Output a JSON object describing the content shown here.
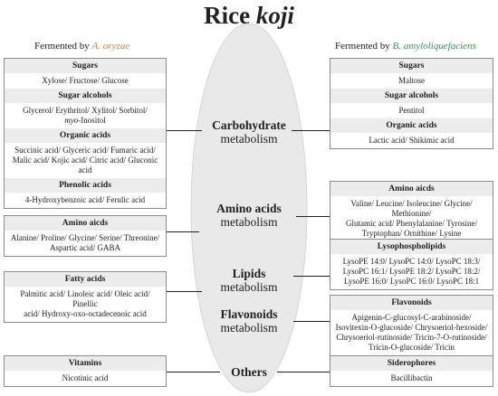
{
  "title": {
    "main": "Rice ",
    "italic": "koji"
  },
  "left_header": {
    "prefix": "Fermented by ",
    "species": "A. oryzae"
  },
  "right_header": {
    "prefix": "Fermented by ",
    "species": "B. amyloliquefaciens"
  },
  "center": {
    "carb": {
      "bold": "Carbohydrate",
      "sub": "metabolism"
    },
    "amino": {
      "bold": "Amino acids",
      "sub": "metabolism"
    },
    "lipids": {
      "bold": "Lipids",
      "sub": "metabolism"
    },
    "flav": {
      "bold": "Flavonoids",
      "sub": "metabolism"
    },
    "others": {
      "bold": "Others"
    }
  },
  "left": {
    "sugars_h": "Sugars",
    "sugars_c": "Xylose/ Fructose/ Glucose",
    "alcohols_h": "Sugar alcohols",
    "alcohols_c1": "Glycerol/ Erythritol/ Xylitol/ Sorbitol/",
    "alcohols_c2": "myo",
    "alcohols_c3": "-Inositol",
    "organic_h": "Organic acids",
    "organic_c1": "Succinic acid/ Glyceric acid/ Fumaric acid/",
    "organic_c2": "Malic acid/ Kojic acid/ Citric acid/ Gluconic acid",
    "phenolic_h": "Phenolic acids",
    "phenolic_c": "4-Hydroxybenzoic acid/ Ferulic acid",
    "amino_h": "Amino aicds",
    "amino_c1": "Alanine/ Proline/ Glycine/ Serine/ Threonine/",
    "amino_c2": "Aspartic acid/ GABA",
    "fatty_h": "Fatty acids",
    "fatty_c1": "Palmitic acid/ Linoleic acid/ Oleic acid/ Pinellic",
    "fatty_c2": "acid/ Hydroxy-oxo-octadecenoic acid",
    "vit_h": "Vitamins",
    "vit_c": "Nicotinic acid"
  },
  "right": {
    "sugars_h": "Sugars",
    "sugars_c": "Maltose",
    "alcohols_h": "Sugar alcohols",
    "alcohols_c": "Pentitol",
    "organic_h": "Organic acids",
    "organic_c": "Lactic acid/ Shikimic acid",
    "amino_h": "Amino aicds",
    "amino_c1": "Valine/ Leucine/ Isoleucine/ Glycine/ Methionine/",
    "amino_c2": "Glutamic acid/ Phenylalanine/ Tyrosine/",
    "amino_c3": "Tryptophan/ Ornithine/ Lysine",
    "lyso_h": "Lysophospholipids",
    "lyso_c1": "LysoPE 14:0/ LysoPC 14:0/ LysoPC 18:3/",
    "lyso_c2": "LysoPC 16:1/ LysoPE 18:2/ LysoPC 18:2/",
    "lyso_c3": "LysoPE 16:0/ LysoPC 16:0/ LysoPC 18:1",
    "flav_h": "Flavonoids",
    "flav_c1": "Apigenin-C-glucosyl-C-arabinoside/",
    "flav_c2": "Isovitexin-O-glucoside/ Chrysoeriol-hexoside/",
    "flav_c3": "Chrysoeriol-rutinoside/ Tricin-7-O-rutinoside/",
    "flav_c4": "Tricin-O-glucoside/ Tricin",
    "sid_h": "Siderophores",
    "sid_c": "Bacillibactin"
  },
  "colors": {
    "a_oryzae": "#e67e22",
    "b_amylo": "#2aa24a",
    "header_fill": "#ececec",
    "grain_fill": "#e9e9e9"
  }
}
